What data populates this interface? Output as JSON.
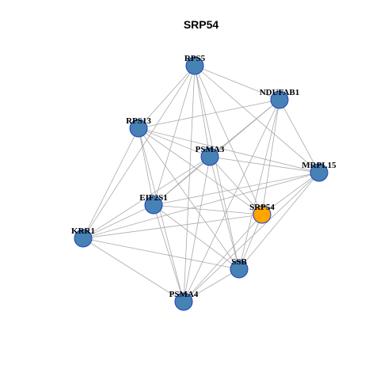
{
  "title": "SRP54",
  "colors": {
    "node_default": "#4682b4",
    "node_focus": "#ffa500",
    "node_border": "#1f3fbf",
    "edge": "#aaaaaa"
  },
  "nodes": [
    {
      "id": "RPS5",
      "label": "RPS5",
      "focus": false
    },
    {
      "id": "NDUFAB1",
      "label": "NDUFAB1",
      "focus": false
    },
    {
      "id": "RPS13",
      "label": "RPS13",
      "focus": false
    },
    {
      "id": "PSMA3",
      "label": "PSMA3",
      "focus": false
    },
    {
      "id": "MRPL15",
      "label": "MRPL15",
      "focus": false
    },
    {
      "id": "EIF2S1",
      "label": "EIF2S1",
      "focus": false
    },
    {
      "id": "SRP54",
      "label": "SRP54",
      "focus": true
    },
    {
      "id": "KRR1",
      "label": "KRR1",
      "focus": false
    },
    {
      "id": "SSB",
      "label": "SSB",
      "focus": false
    },
    {
      "id": "PSMA4",
      "label": "PSMA4",
      "focus": false
    }
  ],
  "edges": [
    [
      "RPS5",
      "NDUFAB1"
    ],
    [
      "RPS5",
      "RPS13"
    ],
    [
      "RPS5",
      "PSMA3"
    ],
    [
      "RPS5",
      "MRPL15"
    ],
    [
      "RPS5",
      "EIF2S1"
    ],
    [
      "RPS5",
      "SRP54"
    ],
    [
      "RPS5",
      "KRR1"
    ],
    [
      "RPS5",
      "SSB"
    ],
    [
      "RPS5",
      "PSMA4"
    ],
    [
      "NDUFAB1",
      "RPS13"
    ],
    [
      "NDUFAB1",
      "PSMA3"
    ],
    [
      "NDUFAB1",
      "MRPL15"
    ],
    [
      "NDUFAB1",
      "EIF2S1"
    ],
    [
      "NDUFAB1",
      "SRP54"
    ],
    [
      "NDUFAB1",
      "SSB"
    ],
    [
      "NDUFAB1",
      "PSMA4"
    ],
    [
      "RPS13",
      "PSMA3"
    ],
    [
      "RPS13",
      "MRPL15"
    ],
    [
      "RPS13",
      "EIF2S1"
    ],
    [
      "RPS13",
      "SRP54"
    ],
    [
      "RPS13",
      "KRR1"
    ],
    [
      "RPS13",
      "SSB"
    ],
    [
      "RPS13",
      "PSMA4"
    ],
    [
      "PSMA3",
      "MRPL15"
    ],
    [
      "PSMA3",
      "EIF2S1"
    ],
    [
      "PSMA3",
      "SRP54"
    ],
    [
      "PSMA3",
      "KRR1"
    ],
    [
      "PSMA3",
      "SSB"
    ],
    [
      "PSMA3",
      "PSMA4"
    ],
    [
      "MRPL15",
      "EIF2S1"
    ],
    [
      "MRPL15",
      "SRP54"
    ],
    [
      "MRPL15",
      "KRR1"
    ],
    [
      "MRPL15",
      "SSB"
    ],
    [
      "MRPL15",
      "PSMA4"
    ],
    [
      "EIF2S1",
      "SRP54"
    ],
    [
      "EIF2S1",
      "KRR1"
    ],
    [
      "EIF2S1",
      "SSB"
    ],
    [
      "EIF2S1",
      "PSMA4"
    ],
    [
      "SRP54",
      "KRR1"
    ],
    [
      "SRP54",
      "SSB"
    ],
    [
      "SRP54",
      "PSMA4"
    ],
    [
      "KRR1",
      "SSB"
    ],
    [
      "KRR1",
      "PSMA4"
    ],
    [
      "SSB",
      "PSMA4"
    ]
  ]
}
